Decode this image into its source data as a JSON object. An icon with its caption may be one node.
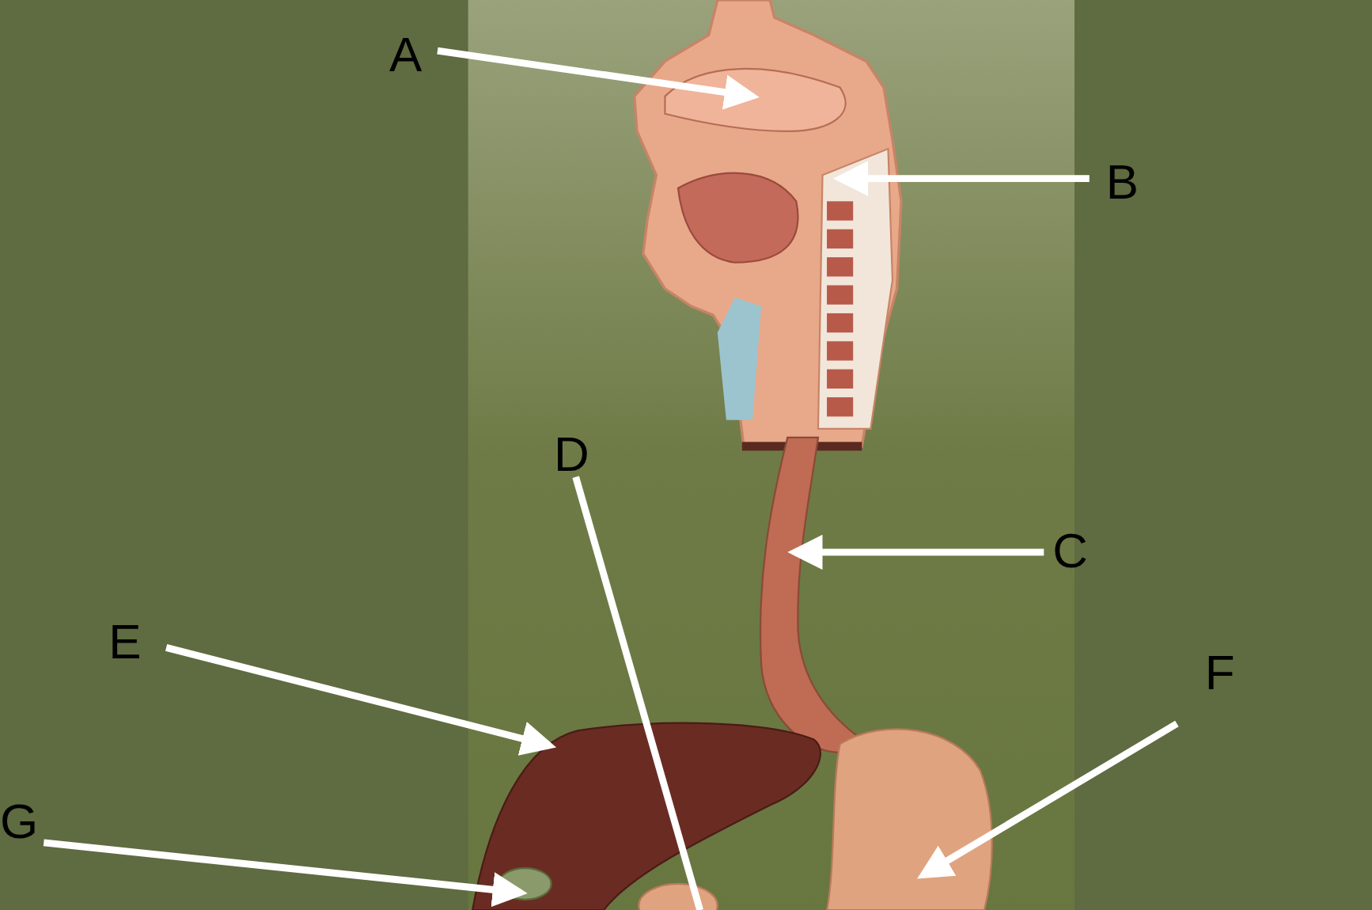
{
  "diagram": {
    "nodes": [
      {
        "text": [
          "A"
        ]
      },
      {
        "text": [
          "B"
        ]
      },
      {
        "text": [
          "C"
        ]
      },
      {
        "text": [
          "D"
        ]
      },
      {
        "text": [
          "E"
        ]
      },
      {
        "text": [
          "F"
        ]
      },
      {
        "text": [
          "G"
        ]
      }
    ],
    "edges": [
      {
        "from": 0,
        "to": null,
        "arrow": "to"
      },
      {
        "from": 1,
        "to": null,
        "arrow": "to"
      },
      {
        "from": 2,
        "to": null,
        "arrow": "to"
      },
      {
        "from": 3,
        "to": null,
        "arrow": "none"
      },
      {
        "from": 4,
        "to": null,
        "arrow": "to"
      },
      {
        "from": 5,
        "to": null,
        "arrow": "to"
      },
      {
        "from": 6,
        "to": null,
        "arrow": "to"
      }
    ]
  }
}
